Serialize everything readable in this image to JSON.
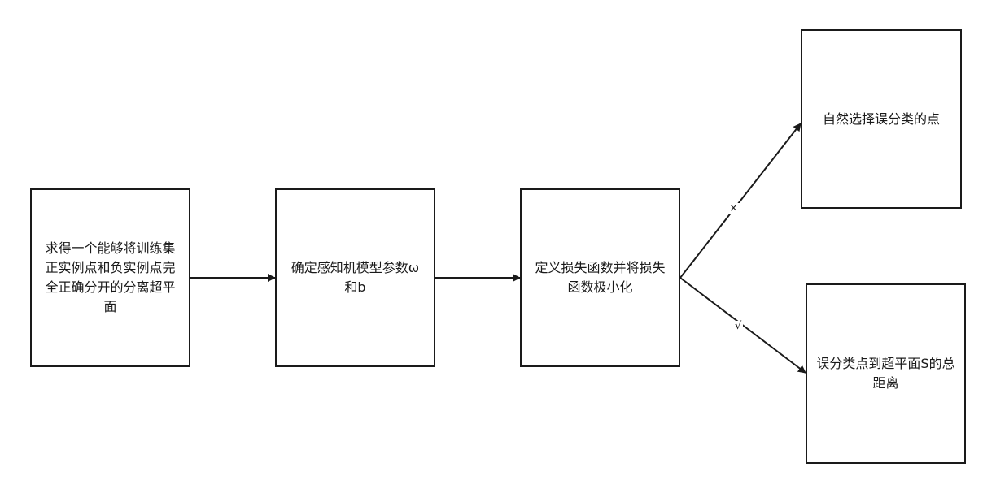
{
  "nodes": {
    "step1": "求得一个能够将训练集正实例点和负实例点完全正确分开的分离超平面",
    "step2": "确定感知机模型参数ω和b",
    "step3": "定义损失函数并将损失函数极小化",
    "branch_misclassified": "自然选择误分类的点",
    "branch_distance": "误分类点到超平面S的总距离"
  },
  "edges": {
    "to_misclassified_label": "×",
    "to_distance_label": "√"
  },
  "colors": {
    "stroke": "#1a1a1a",
    "background": "#ffffff"
  }
}
